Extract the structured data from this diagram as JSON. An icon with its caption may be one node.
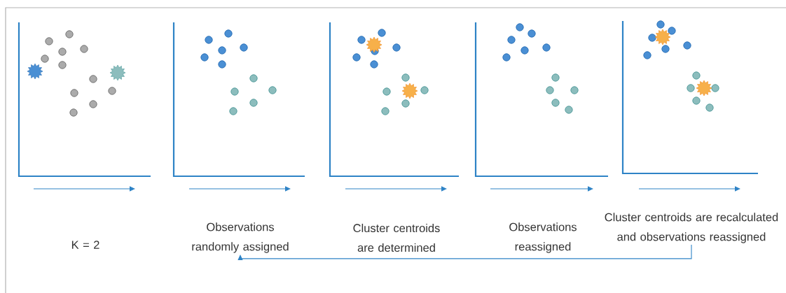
{
  "diagram": {
    "nodes": [
      {
        "text": [
          "K = 2"
        ]
      },
      {
        "text": [
          "Observations randomly assigned"
        ]
      },
      {
        "text": [
          "Cluster centroids are determined"
        ]
      },
      {
        "text": [
          "Observations reassigned"
        ]
      },
      {
        "text": [
          "Cluster centroids are recalculated and observations reassigned"
        ]
      }
    ],
    "edges": [
      {
        "from": 4,
        "to": 1,
        "arrow": "to"
      }
    ]
  }
}
